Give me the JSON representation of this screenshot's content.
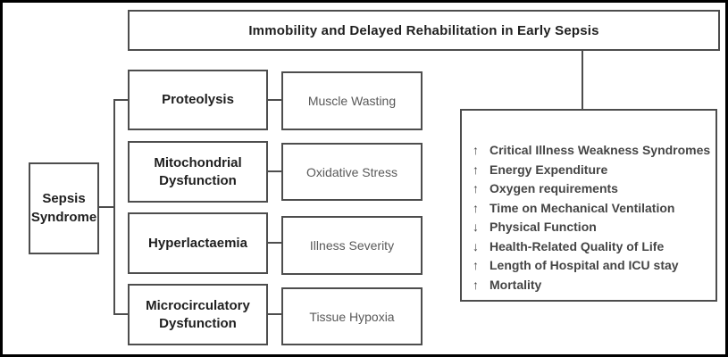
{
  "diagram": {
    "title": "Immobility and Delayed Rehabilitation in Early Sepsis",
    "source": "Sepsis Syndrome",
    "rows": [
      {
        "cause": "Proteolysis",
        "effect": "Muscle Wasting"
      },
      {
        "cause": "Mitochondrial Dysfunction",
        "effect": "Oxidative Stress"
      },
      {
        "cause": "Hyperlactaemia",
        "effect": "Illness Severity"
      },
      {
        "cause": "Microcirculatory Dysfunction",
        "effect": "Tissue Hypoxia"
      }
    ],
    "outcomes": [
      {
        "arrow": "↑",
        "label": "Critical Illness Weakness Syndromes"
      },
      {
        "arrow": "↑",
        "label": "Energy Expenditure"
      },
      {
        "arrow": "↑",
        "label": "Oxygen requirements"
      },
      {
        "arrow": "↑",
        "label": "Time on Mechanical Ventilation"
      },
      {
        "arrow": "↓",
        "label": "Physical Function"
      },
      {
        "arrow": "↓",
        "label": "Health-Related Quality of Life"
      },
      {
        "arrow": "↑",
        "label": "Length of Hospital and ICU stay"
      },
      {
        "arrow": "↑",
        "label": "Mortality"
      }
    ],
    "colors": {
      "frame": "#000000",
      "box_border": "#4d4d4d",
      "cause_text": "#1f1f1f",
      "effect_text": "#595959",
      "outcome_text": "#454545",
      "background": "#ffffff"
    }
  }
}
